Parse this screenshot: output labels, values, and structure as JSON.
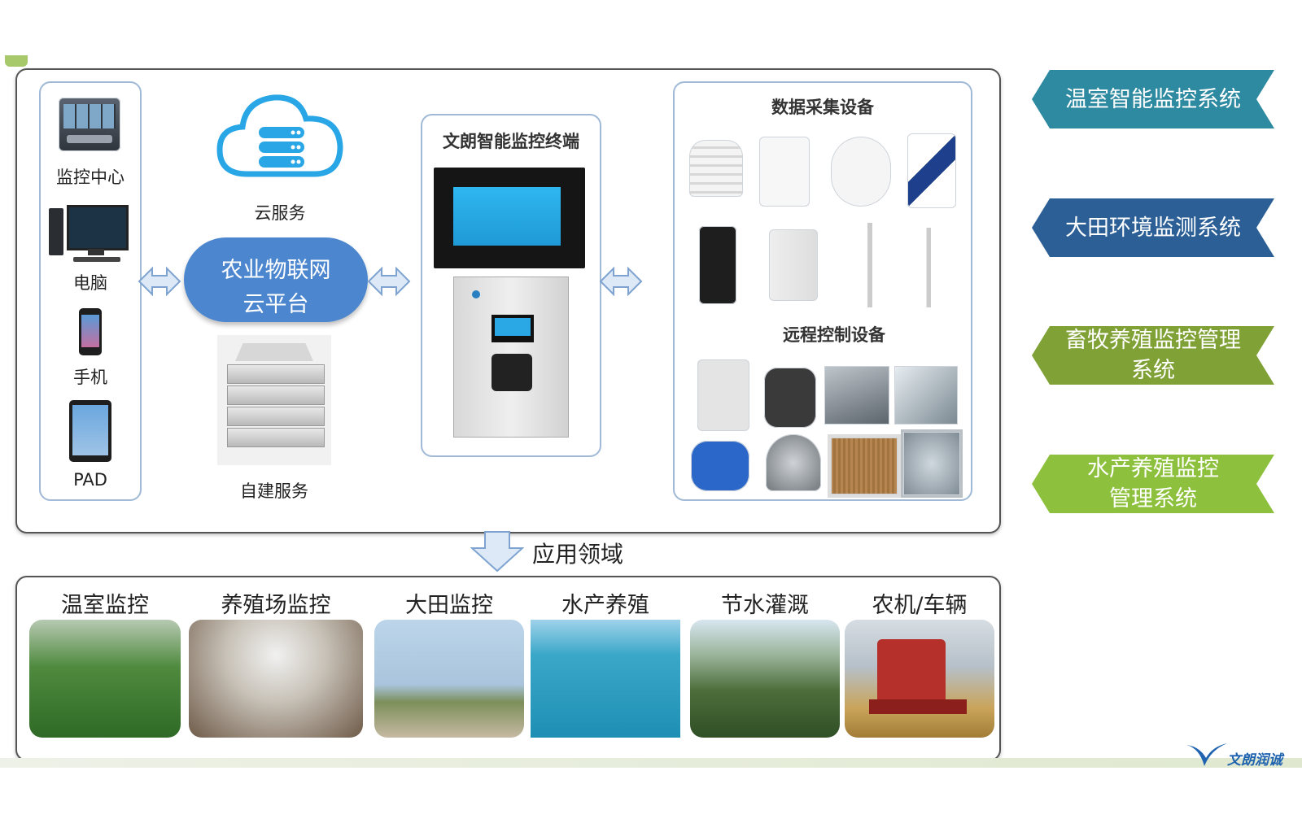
{
  "left_devices": [
    "监控中心",
    "电脑",
    "手机",
    "PAD"
  ],
  "cloud": {
    "service_label": "云服务",
    "platform_line1": "农业物联网",
    "platform_line2": "云平台",
    "self_built_label": "自建服务"
  },
  "terminal": {
    "title": "文朗智能监控终端"
  },
  "devices": {
    "collect_title": "数据采集设备",
    "control_title": "远程控制设备"
  },
  "systems": [
    {
      "line1": "温室智能监控系统",
      "line2": "",
      "color": "#2e8aa0"
    },
    {
      "line1": "大田环境监测系统",
      "line2": "",
      "color": "#2b5f96"
    },
    {
      "line1": "畜牧养殖监控管理",
      "line2": "系统",
      "color": "#7fa135"
    },
    {
      "line1": "水产养殖监控",
      "line2": "管理系统",
      "color": "#8dc03c"
    }
  ],
  "application": {
    "header": "应用领域",
    "items": [
      "温室监控",
      "养殖场监控",
      "大田监控",
      "水产养殖",
      "节水灌溉",
      "农机/车辆"
    ]
  },
  "brand": {
    "name": "文朗润诚",
    "color": "#1f63b0"
  }
}
